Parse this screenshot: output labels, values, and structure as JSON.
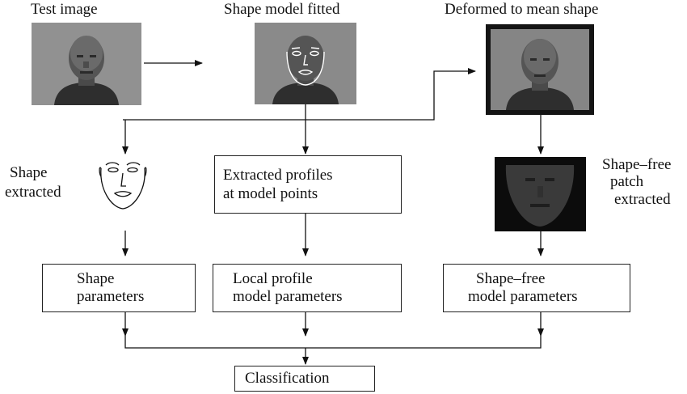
{
  "titles": {
    "test_image": "Test image",
    "shape_model_fitted": "Shape model fitted",
    "deformed_to_mean_shape": "Deformed to mean shape"
  },
  "side_labels": {
    "shape_extracted_line1": "Shape",
    "shape_extracted_line2": "extracted",
    "patch_line1": "Shape–free",
    "patch_line2": "patch",
    "patch_line3": "extracted"
  },
  "boxes": {
    "extracted_profiles_line1": "Extracted profiles",
    "extracted_profiles_line2": "at model points",
    "shape_params_line1": "Shape",
    "shape_params_line2": "parameters",
    "local_profile_line1": "Local profile",
    "local_profile_line2": "model parameters",
    "shape_free_line1": "Shape–free",
    "shape_free_line2": "model parameters",
    "classification": "Classification"
  },
  "images": {
    "test_image": "face-photo",
    "fitted": "face-photo-with-landmark-contours",
    "mean_shape": "face-photo-warped",
    "shape_sketch": "face-outline-sketch",
    "patch": "shape-free-texture-patch"
  }
}
